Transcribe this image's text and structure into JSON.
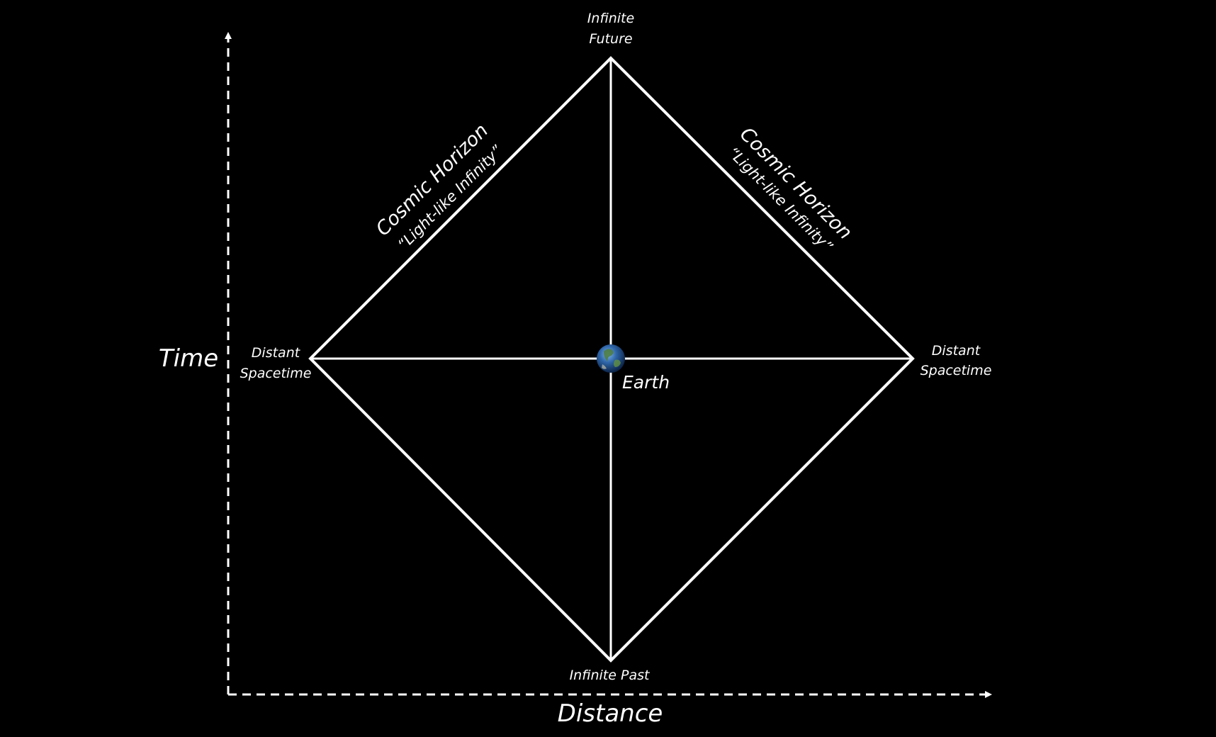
{
  "axes": {
    "y_label": "Time",
    "x_label": "Distance"
  },
  "vertices": {
    "top_line1": "Infinite",
    "top_line2": "Future",
    "bottom": "Infinite Past",
    "left_line1": "Distant",
    "left_line2": "Spacetime",
    "right_line1": "Distant",
    "right_line2": "Spacetime"
  },
  "center": {
    "label": "Earth",
    "icon": "earth-globe-icon"
  },
  "horizons": {
    "left_title": "Cosmic Horizon",
    "left_subtitle": "“Light-like Infinity”",
    "right_title": "Cosmic Horizon",
    "right_subtitle": "“Light-like Infinity”"
  },
  "colors": {
    "background": "#000000",
    "lines": "#ffffff"
  }
}
